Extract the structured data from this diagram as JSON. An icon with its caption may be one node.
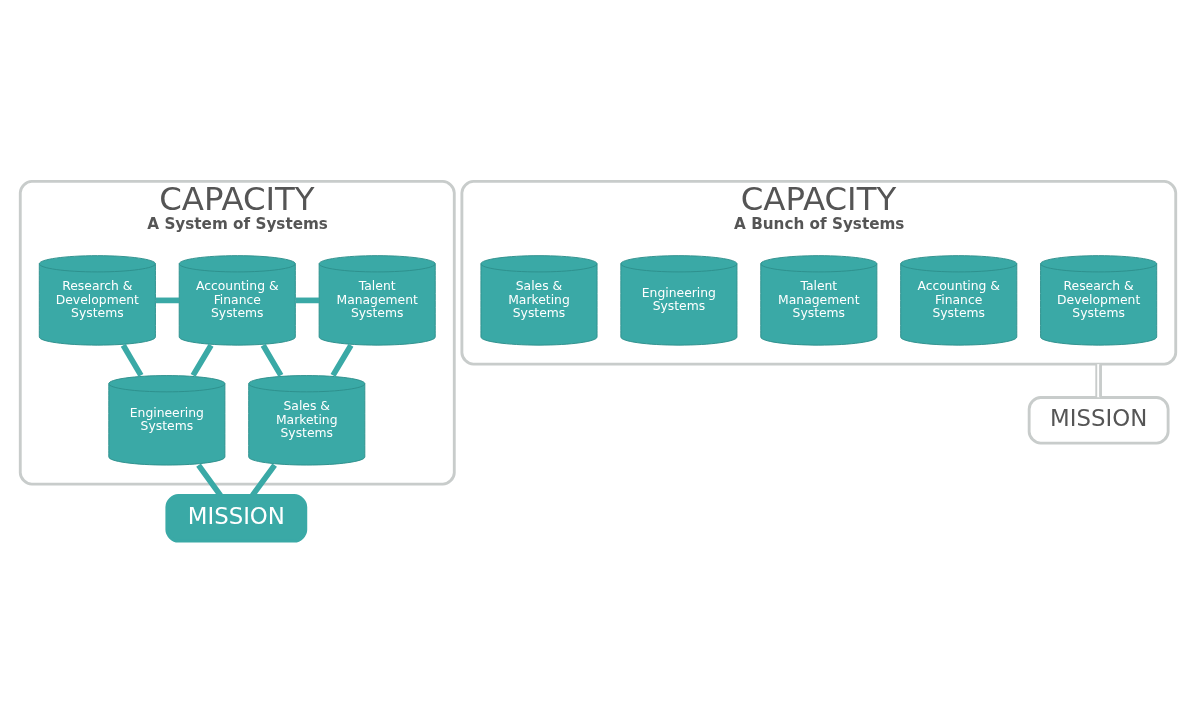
{
  "diagram": {
    "nodes": [
      {
        "text": [
          "CAPACITY",
          "A System of Systems"
        ]
      },
      {
        "text": [
          "Research & Development Systems"
        ],
        "in": 0
      },
      {
        "text": [
          "Accounting & Finance Systems"
        ],
        "in": 0
      },
      {
        "text": [
          "Talent Management Systems"
        ],
        "in": 0
      },
      {
        "text": [
          "Engineering Systems"
        ],
        "in": 0
      },
      {
        "text": [
          "Sales & Marketing Systems"
        ],
        "in": 0
      },
      {
        "text": [
          "MISSION"
        ]
      },
      {
        "text": [
          "CAPACITY",
          "A Bunch of Systems"
        ]
      },
      {
        "text": [
          "Research & Development Systems"
        ],
        "in": 7
      },
      {
        "text": [
          "Accounting & Finance Systems"
        ],
        "in": 7
      },
      {
        "text": [
          "Talent Management Systems"
        ],
        "in": 7
      },
      {
        "text": [
          "Engineering Systems"
        ],
        "in": 7
      },
      {
        "text": [
          "Sales & Marketing Systems"
        ],
        "in": 7
      },
      {
        "text": [
          "MISSION"
        ]
      }
    ],
    "edges": [
      {
        "from": 1,
        "to": 2,
        "arrow": "none"
      },
      {
        "from": 2,
        "to": 3,
        "arrow": "none"
      },
      {
        "from": 1,
        "to": 4,
        "arrow": "none"
      },
      {
        "from": 2,
        "to": 4,
        "arrow": "none"
      },
      {
        "from": 2,
        "to": 5,
        "arrow": "none"
      },
      {
        "from": 3,
        "to": 5,
        "arrow": "none"
      },
      {
        "from": 4,
        "to": 6,
        "arrow": "none"
      },
      {
        "from": 5,
        "to": 6,
        "arrow": "none"
      },
      {
        "from": 7,
        "to": 13,
        "arrow": "none",
        "color": "#c8cccb"
      }
    ]
  }
}
